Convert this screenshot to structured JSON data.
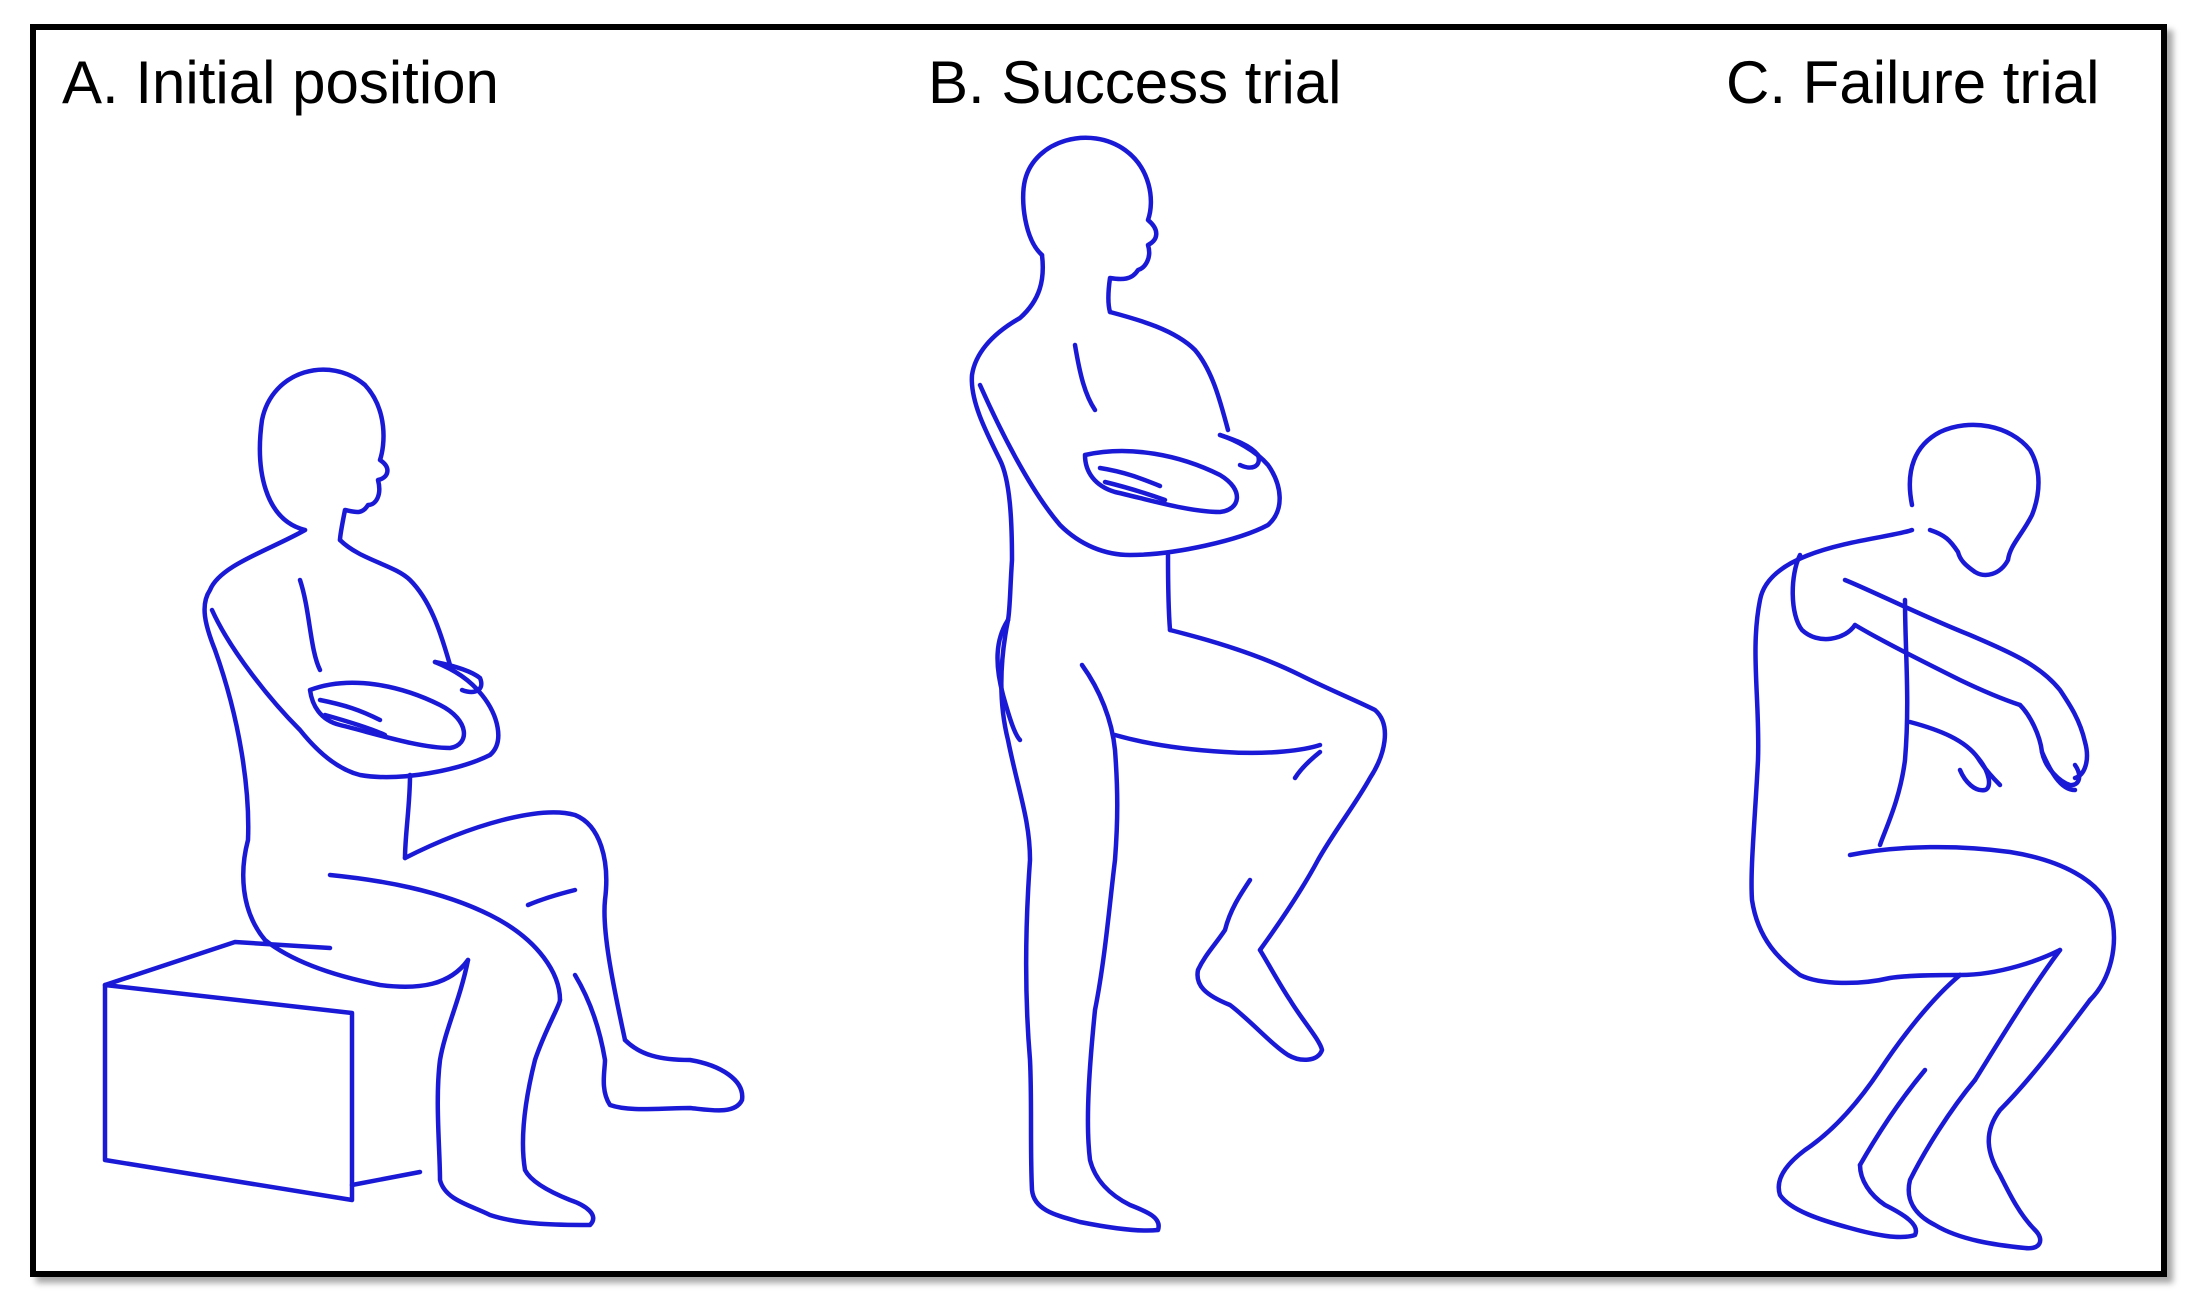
{
  "panels": [
    {
      "id": "A",
      "title": "A. Initial position"
    },
    {
      "id": "B",
      "title": "B. Success trial"
    },
    {
      "id": "C",
      "title": "C. Failure trial"
    }
  ],
  "colors": {
    "figure_stroke": "#1a1ad6",
    "frame": "#000000",
    "background": "#ffffff"
  }
}
